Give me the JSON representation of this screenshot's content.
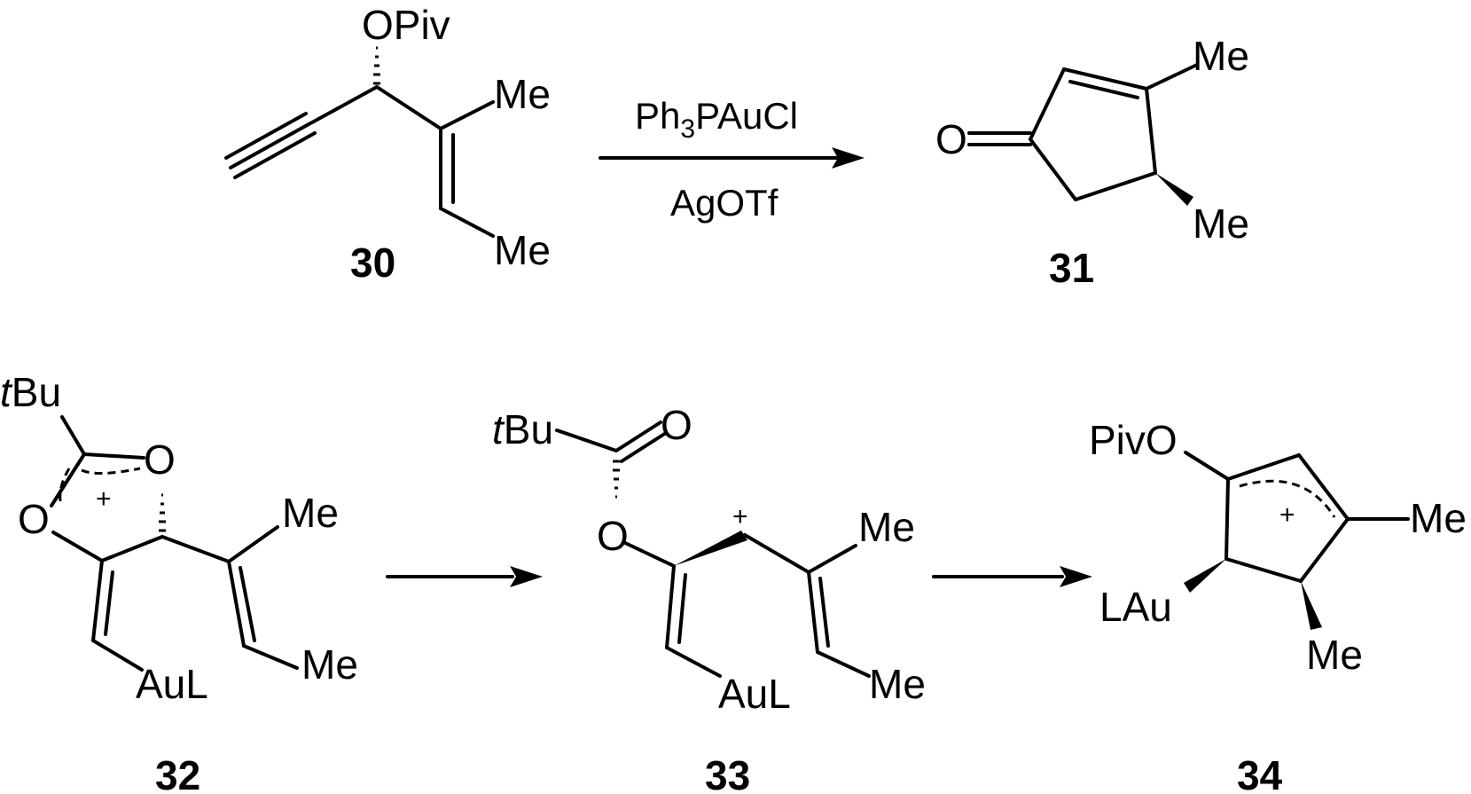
{
  "reaction_top": {
    "reagent_above": "Ph3PAuCl",
    "reagent_above_main": "Ph",
    "reagent_above_sub": "3",
    "reagent_above_rest": "PAuCl",
    "reagent_below": "AgOTf"
  },
  "compounds": [
    {
      "number": "30",
      "labels": {
        "opiv": "OPiv",
        "me1": "Me",
        "me2": "Me"
      }
    },
    {
      "number": "31",
      "labels": {
        "o": "O",
        "me1": "Me",
        "me2": "Me"
      }
    },
    {
      "number": "32",
      "labels": {
        "tbu_t": "t",
        "tbu_bu": "Bu",
        "o1": "O",
        "o2": "O",
        "plus": "+",
        "me1": "Me",
        "me2": "Me",
        "aul": "AuL"
      }
    },
    {
      "number": "33",
      "labels": {
        "tbu_t": "t",
        "tbu_bu": "Bu",
        "o_carbonyl": "O",
        "o_ester": "O",
        "plus": "+",
        "me1": "Me",
        "me2": "Me",
        "aul": "AuL"
      }
    },
    {
      "number": "34",
      "labels": {
        "pivo": "PivO",
        "plus": "+",
        "me1": "Me",
        "me2": "Me",
        "lau": "LAu"
      }
    }
  ]
}
